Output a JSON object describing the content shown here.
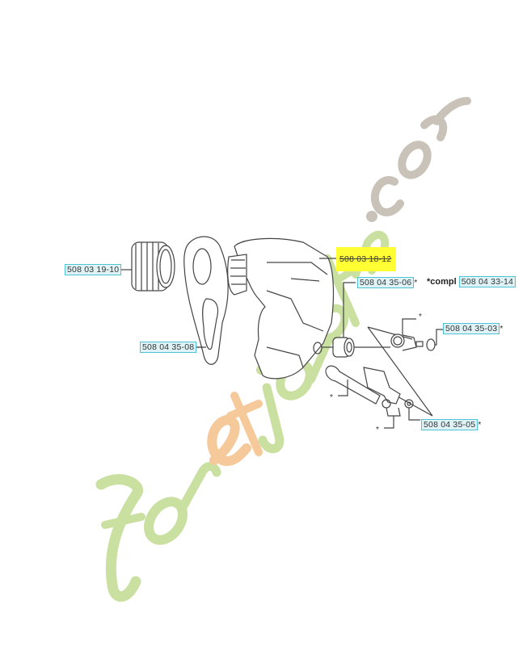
{
  "diagram": {
    "type": "exploded parts diagram",
    "watermark": {
      "text_main": "foretjardin",
      "text_suffix": ".com",
      "colors": {
        "green": "#c9e0a0",
        "orange": "#f5c99a",
        "grey": "#c9c2b8"
      }
    },
    "parts": [
      {
        "id": "nut",
        "number": "508 03 19-10",
        "suffix": ""
      },
      {
        "id": "bracket",
        "number": "508 04 35-08",
        "suffix": ""
      },
      {
        "id": "housing",
        "number": "508 03 18-12",
        "suffix": "",
        "highlighted": true
      },
      {
        "id": "bushing",
        "number": "508 04 35-06",
        "suffix": "*"
      },
      {
        "id": "oring",
        "number": "508 04 35-03",
        "suffix": "*"
      },
      {
        "id": "washer",
        "number": "508 04 35-05",
        "suffix": "*"
      }
    ],
    "kit_note": {
      "prefix": "*compl",
      "number": "508 04 33-14"
    },
    "asterisk_markers": [
      "*",
      "*",
      "*"
    ],
    "colors": {
      "label_border": "#4fc3d6",
      "label_fill": "#dff3f7",
      "highlight": "#ffff33",
      "line": "#555555"
    }
  }
}
